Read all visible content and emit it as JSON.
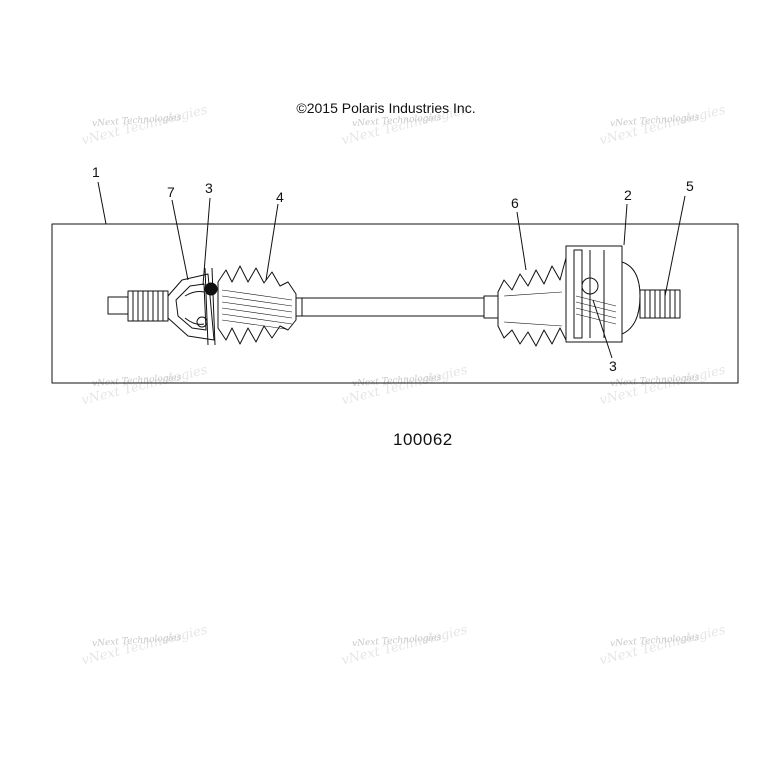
{
  "copyright": "©2015 Polaris Industries Inc.",
  "figure_number": "100062",
  "watermark": "vNext Technologies",
  "callouts": {
    "c1": "1",
    "c2": "2",
    "c3a": "3",
    "c3b": "3",
    "c4": "4",
    "c5": "5",
    "c6": "6",
    "c7": "7"
  },
  "colors": {
    "line": "#111111",
    "watermark": "#c8c8c8"
  }
}
